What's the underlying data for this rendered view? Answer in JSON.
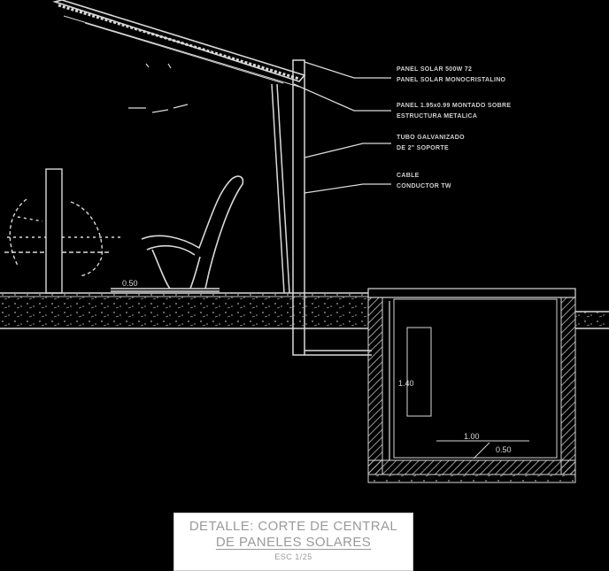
{
  "title": {
    "line1": "DETALLE: CORTE DE CENTRAL",
    "line2": "DE PANELES SOLARES",
    "scale": "ESC 1/25"
  },
  "callouts": [
    "PANEL SOLAR 500W 72",
    "PANEL SOLAR MONOCRISTALINO",
    "PANEL 1.95x0.99 MONTADO SOBRE",
    "ESTRUCTURA METALICA",
    "TUBO GALVANIZADO",
    "DE 2\" SOPORTE",
    "CABLE",
    "CONDUCTOR TW"
  ],
  "dimensions": {
    "bench_height": "0.50",
    "box_height": "1.40",
    "box_width": "1.00",
    "box_depth": "0.50"
  },
  "colors": {
    "background": "#000000",
    "line": "#d9d9d9",
    "title_text": "#9a9a9a"
  }
}
